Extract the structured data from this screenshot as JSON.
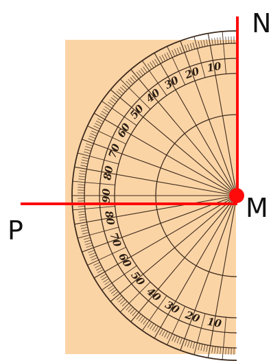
{
  "labels": {
    "north": "N",
    "west": "P",
    "center": "M"
  },
  "colors": {
    "paper": "#fbd4a6",
    "ink": "#3c2a1c",
    "red": "#ff0a0a"
  },
  "protractor": {
    "upper_scale": [
      "10",
      "20",
      "30",
      "40",
      "50",
      "60",
      "70",
      "80",
      "90"
    ],
    "lower_scale": [
      "80",
      "70",
      "60",
      "50",
      "40",
      "30",
      "20",
      "10"
    ],
    "ray_step_degrees": 10
  }
}
